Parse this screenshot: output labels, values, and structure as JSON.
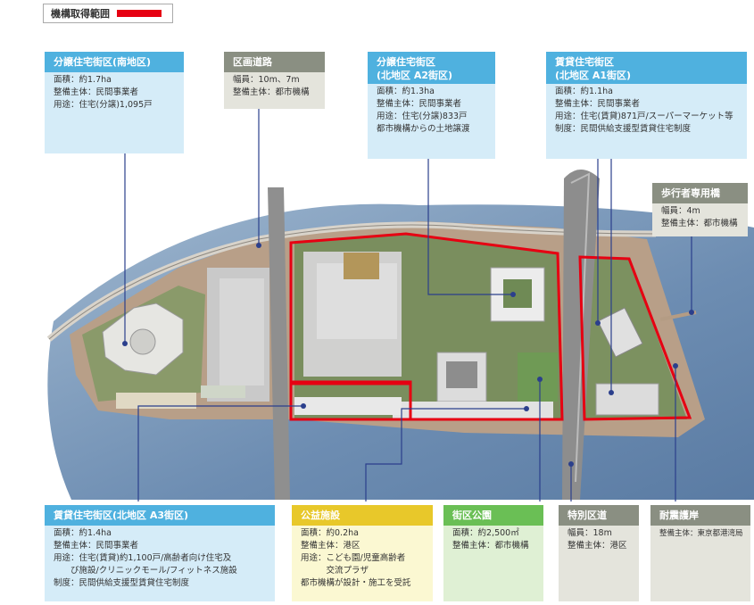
{
  "legend": {
    "label": "機構取得範囲",
    "color": "#e60012"
  },
  "boxes": {
    "south": {
      "title": "分譲住宅街区(南地区)",
      "lines": [
        "面積：約1.7ha",
        "整備主体：民間事業者",
        "用途：住宅(分譲)1,095戸"
      ]
    },
    "road": {
      "title": "区画道路",
      "lines": [
        "幅員：10m、7m",
        "整備主体：都市機構"
      ]
    },
    "a2": {
      "title": "分譲住宅街区",
      "title2": "(北地区 A2街区)",
      "lines": [
        "面積：約1.3ha",
        "整備主体：民間事業者",
        "用途：住宅(分譲)833戸",
        "都市機構からの土地譲渡"
      ]
    },
    "a1": {
      "title": "賃貸住宅街区",
      "title2": "(北地区 A1街区)",
      "lines": [
        "面積：約1.1ha",
        "整備主体：民間事業者",
        "用途：住宅(賃貸)871戸/スーパーマーケット等",
        "制度：民間供給支援型賃貸住宅制度"
      ]
    },
    "walk": {
      "title": "歩行者専用橋",
      "lines": [
        "幅員：4m",
        "整備主体：都市機構"
      ]
    },
    "a3": {
      "title": "賃貸住宅街区(北地区 A3街区)",
      "lines": [
        "面積：約1.4ha",
        "整備主体：民間事業者",
        "用途：住宅(賃貸)約1,100戸/高齢者向け住宅及",
        "　　び施設/クリニックモール/フィットネス施設",
        "制度：民間供給支援型賃貸住宅制度"
      ]
    },
    "public": {
      "title": "公益施設",
      "lines": [
        "面積：約0.2ha",
        "整備主体：港区",
        "用途：こども園/児童高齢者",
        "　　　交流プラザ",
        "都市機構が設計・施工を受託"
      ]
    },
    "park": {
      "title": "街区公園",
      "lines": [
        "面積：約2,500㎡",
        "整備主体：都市機構"
      ]
    },
    "special": {
      "title": "特別区道",
      "lines": [
        "幅員：18m",
        "整備主体：港区"
      ]
    },
    "seawall": {
      "title": "耐震護岸",
      "lines": [
        "整備主体：東京都港湾局"
      ]
    }
  },
  "colors": {
    "sea": "#6f8fb4",
    "boundary": "#e60012",
    "leader": "#2b3f8c",
    "blue_head": "#4fb1df",
    "gray_head": "#8a8f82",
    "yellow_head": "#e8c82a",
    "green_head": "#6abf55"
  }
}
